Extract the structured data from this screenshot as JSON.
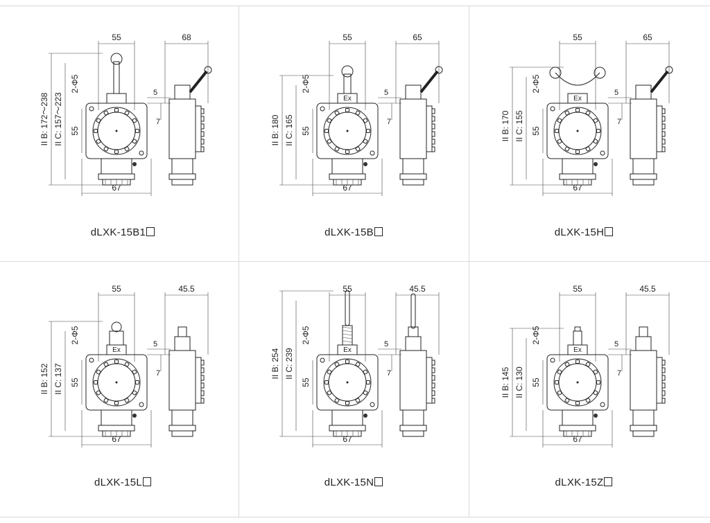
{
  "diagrams": [
    {
      "model": "dLXK-15B1",
      "top_width": "55",
      "side_width": "68",
      "bottom_width": "67",
      "height_b": "II B: 172～238",
      "height_c": "II C: 157～223",
      "inner_height": "55",
      "holes": "2-Φ5",
      "dim_5": "5",
      "dim_7": "7",
      "mark": "",
      "actuator": "roller-lever"
    },
    {
      "model": "dLXK-15B",
      "top_width": "55",
      "side_width": "65",
      "bottom_width": "67",
      "height_b": "II B: 180",
      "height_c": "II C: 165",
      "inner_height": "55",
      "holes": "2-Φ5",
      "dim_5": "5",
      "dim_7": "7",
      "mark": "Ex",
      "actuator": "roller"
    },
    {
      "model": "dLXK-15H",
      "top_width": "55",
      "side_width": "65",
      "bottom_width": "67",
      "height_b": "II B: 170",
      "height_c": "II C: 155",
      "inner_height": "55",
      "holes": "2-Φ5",
      "dim_5": "5",
      "dim_7": "7",
      "mark": "Ex",
      "actuator": "fork"
    },
    {
      "model": "dLXK-15L",
      "top_width": "55",
      "side_width": "45.5",
      "bottom_width": "67",
      "height_b": "II B: 152",
      "height_c": "II C: 137",
      "inner_height": "55",
      "holes": "2-Φ5",
      "dim_5": "5",
      "dim_7": "7",
      "mark": "Ex",
      "actuator": "plunger-roller"
    },
    {
      "model": "dLXK-15N",
      "top_width": "55",
      "side_width": "45.5",
      "bottom_width": "67",
      "height_b": "II B: 254",
      "height_c": "II C: 239",
      "inner_height": "55",
      "holes": "2-Φ5",
      "dim_5": "5",
      "dim_7": "7",
      "mark": "Ex",
      "actuator": "rod"
    },
    {
      "model": "dLXK-15Z",
      "top_width": "55",
      "side_width": "45.5",
      "bottom_width": "67",
      "height_b": "II B: 145",
      "height_c": "II C: 130",
      "inner_height": "55",
      "holes": "2-Φ5",
      "dim_5": "5",
      "dim_7": "7",
      "mark": "Ex",
      "actuator": "plunger"
    }
  ]
}
